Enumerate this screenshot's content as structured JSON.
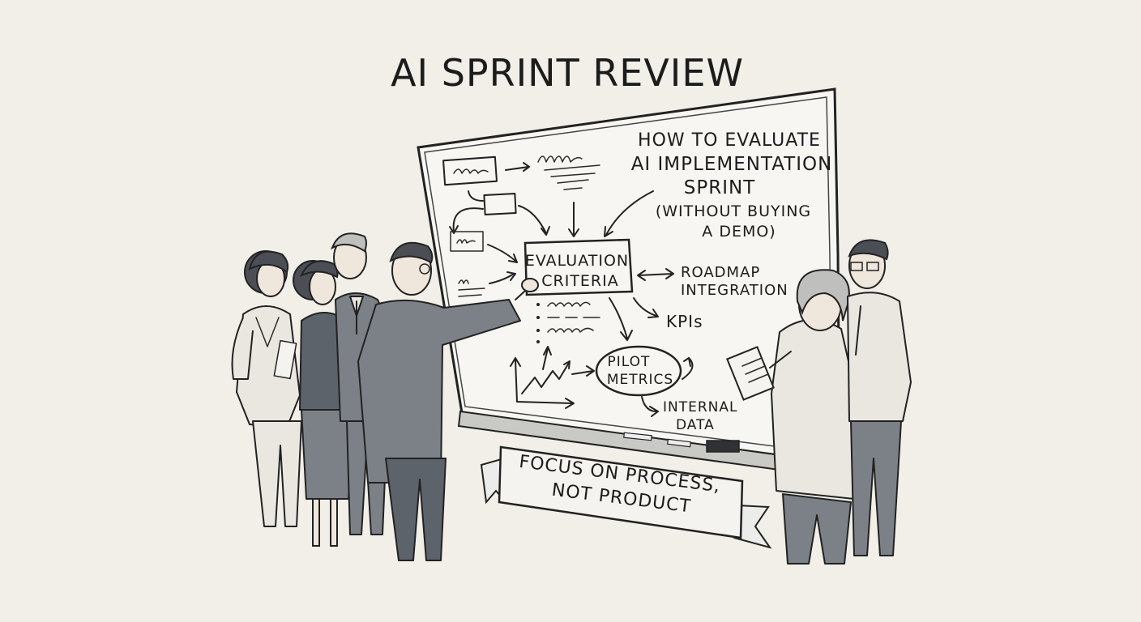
{
  "title": "AI SPRINT REVIEW",
  "whiteboard": {
    "heading_lines": [
      "HOW TO EVALUATE",
      "AI IMPLEMENTATION",
      "SPRINT",
      "(WITHOUT BUYING",
      "A DEMO)"
    ],
    "center_box_lines": [
      "EVALUATION",
      "CRITERIA"
    ],
    "roadmap_lines": [
      "ROADMAP",
      "INTEGRATION"
    ],
    "kpis": "KPIs",
    "pilot_lines": [
      "PILOT",
      "METRICS"
    ],
    "internal_lines": [
      "INTERNAL",
      "DATA"
    ]
  },
  "banner_lines": [
    "FOCUS ON PROCESS,",
    "NOT PRODUCT"
  ],
  "colors": {
    "paper": "#f1efe8",
    "ink": "#1c1c1c",
    "suit_gray": "#7c8188",
    "board": "#f7f6f2"
  }
}
